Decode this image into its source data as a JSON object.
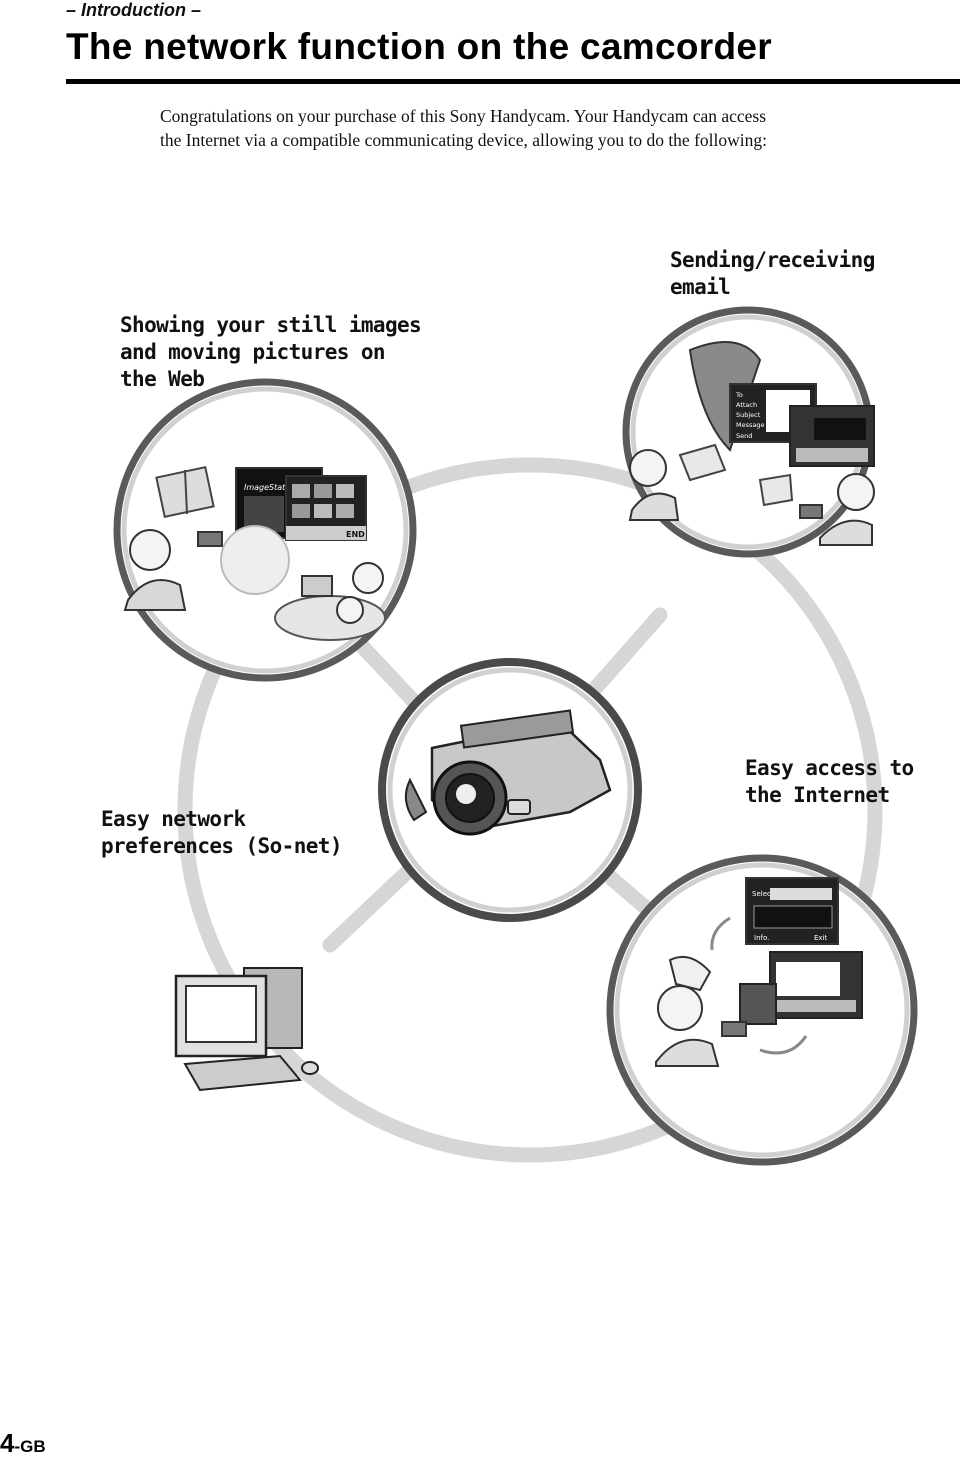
{
  "header": {
    "section_label": "– Introduction –",
    "title": "The network function on the camcorder"
  },
  "intro": {
    "line1": "Congratulations on your purchase of this Sony Handycam. Your Handycam can access",
    "line2": "the Internet via a compatible communicating device, allowing you to do the following:"
  },
  "features": {
    "web": {
      "line1": "Showing your still images",
      "line2": "and moving pictures on",
      "line3": "the Web"
    },
    "email": {
      "line1": "Sending/receiving",
      "line2": "email"
    },
    "setup": {
      "line1": "Easy network",
      "line2": "preferences (So-net)"
    },
    "internet": {
      "line1": "Easy access to",
      "line2": "the Internet"
    }
  },
  "screens": {
    "web_brand": "ImageStation",
    "email_labels": [
      "To",
      "Attach",
      "Subject",
      "Message"
    ],
    "email_send": "Send",
    "network_select": "Select",
    "network_info": "Info.",
    "network_exit": "Exit",
    "browser_end": "END"
  },
  "footer": {
    "page_number": "4",
    "page_suffix": "-GB"
  },
  "colors": {
    "ring": "#d6d6d6",
    "circle_border": "#555555",
    "text": "#111111"
  }
}
